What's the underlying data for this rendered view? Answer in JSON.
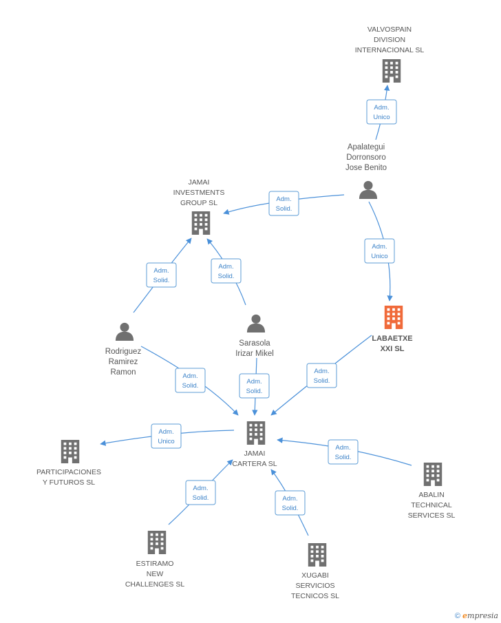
{
  "colors": {
    "node": "#707070",
    "main": "#f06a3a",
    "edge": "#4a90d9"
  },
  "nodes": {
    "valvospain": [
      "VALVOSPAIN",
      "DIVISION",
      "INTERNACIONAL SL"
    ],
    "apalategui": [
      "Apalategui",
      "Dorronsoro",
      "Jose Benito"
    ],
    "jamai_investments": [
      "JAMAI",
      "INVESTMENTS",
      "GROUP SL"
    ],
    "labaetxe": [
      "LABAETXE",
      "XXI SL"
    ],
    "rodriguez": [
      "Rodriguez",
      "Ramirez",
      "Ramon"
    ],
    "sarasola": [
      "Sarasola",
      "Irizar Mikel"
    ],
    "jamai_cartera": [
      "JAMAI",
      "CARTERA SL"
    ],
    "participaciones": [
      "PARTICIPACIONES",
      "Y FUTUROS  SL"
    ],
    "abalin": [
      "ABALIN",
      "TECHNICAL",
      "SERVICES SL"
    ],
    "estiramo": [
      "ESTIRAMO",
      "NEW",
      "CHALLENGES SL"
    ],
    "xugabi": [
      "XUGABI",
      "SERVICIOS",
      "TECNICOS SL"
    ]
  },
  "edges": {
    "apalategui_valvospain": [
      "Adm.",
      "Unico"
    ],
    "apalategui_jamai_inv": [
      "Adm.",
      "Solid."
    ],
    "apalategui_labaetxe": [
      "Adm.",
      "Unico"
    ],
    "rodriguez_jamai_inv": [
      "Adm.",
      "Solid."
    ],
    "sarasola_jamai_inv": [
      "Adm.",
      "Solid."
    ],
    "rodriguez_cartera": [
      "Adm.",
      "Solid."
    ],
    "sarasola_cartera": [
      "Adm.",
      "Solid."
    ],
    "labaetxe_cartera": [
      "Adm.",
      "Solid."
    ],
    "cartera_participaciones": [
      "Adm.",
      "Unico"
    ],
    "abalin_cartera": [
      "Adm.",
      "Solid."
    ],
    "estiramo_cartera": [
      "Adm.",
      "Solid."
    ],
    "xugabi_cartera": [
      "Adm.",
      "Solid."
    ]
  },
  "footer": {
    "copyright": "©",
    "brand_first": "e",
    "brand_rest": "mpresia"
  }
}
